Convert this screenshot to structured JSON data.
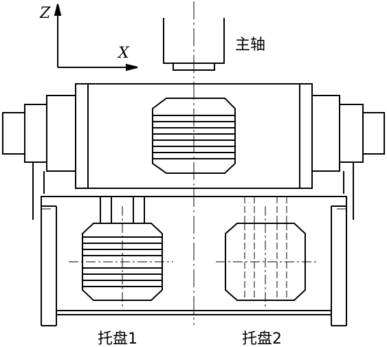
{
  "axes": {
    "z_label": "Z",
    "x_label": "X"
  },
  "labels": {
    "spindle": "主轴",
    "pallet1": "托盘1",
    "pallet2": "托盘2"
  },
  "colors": {
    "stroke": "#000000",
    "background": "#ffffff"
  }
}
